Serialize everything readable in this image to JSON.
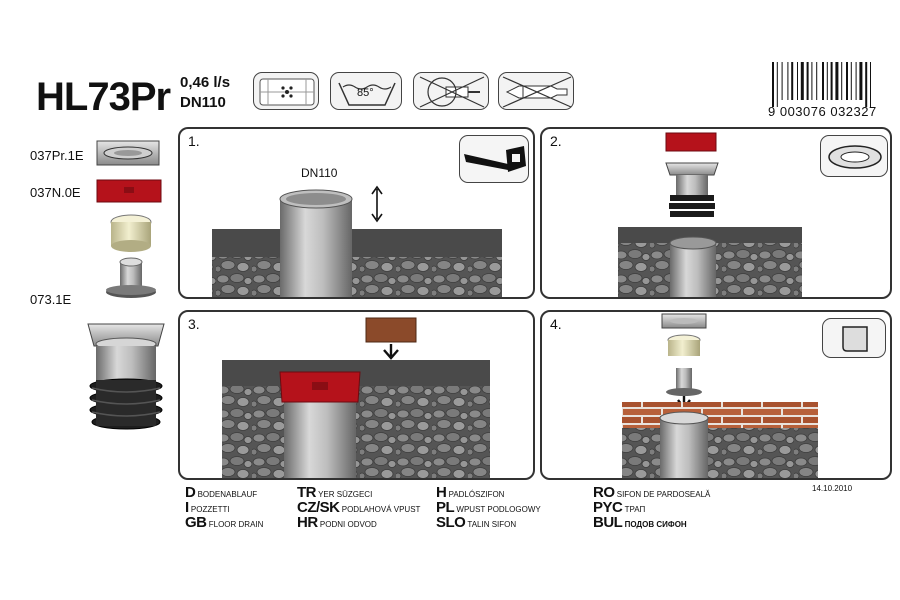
{
  "header": {
    "model": "HL73Pr",
    "flow_rate": "0,46 l/s",
    "diameter": "DN110",
    "temperature": "85°",
    "barcode_number": "9 003076 032327"
  },
  "parts": [
    {
      "code": "037Pr.1E"
    },
    {
      "code": "037N.0E"
    },
    {
      "code": "073.1E"
    }
  ],
  "steps": [
    {
      "number": "1.",
      "label": "DN110"
    },
    {
      "number": "2."
    },
    {
      "number": "3."
    },
    {
      "number": "4."
    }
  ],
  "languages": [
    {
      "code": "D",
      "text": "BODENABLAUF"
    },
    {
      "code": "I",
      "text": "POZZETTI"
    },
    {
      "code": "GB",
      "text": "FLOOR DRAIN"
    },
    {
      "code": "TR",
      "text": "YER SÜZGECI"
    },
    {
      "code": "CZ/SK",
      "text": "PODLAHOVÁ VPUST"
    },
    {
      "code": "HR",
      "text": "PODNI ODVOD"
    },
    {
      "code": "H",
      "text": "PADLÓSZIFON"
    },
    {
      "code": "PL",
      "text": "WPUST PODLOGOWY"
    },
    {
      "code": "SLO",
      "text": "TALIN SIFON"
    },
    {
      "code": "RO",
      "text": "SIFON DE PARDOSEALĂ"
    },
    {
      "code": "PYC",
      "text": "ТРАП"
    },
    {
      "code": "BUL",
      "text": "ПОДОВ СИФОН"
    }
  ],
  "date": "14.10.2010",
  "colors": {
    "red_part": "#b5121b",
    "brown_part": "#8b4a2a",
    "brick": "#b7603a",
    "gravel": "#6f6f6f"
  },
  "icons": [
    "grate-icon",
    "temperature-85-icon",
    "no-dishwasher-icon",
    "no-adhesive-icon",
    "saw-icon",
    "flange-ring-icon",
    "tile-icon"
  ]
}
